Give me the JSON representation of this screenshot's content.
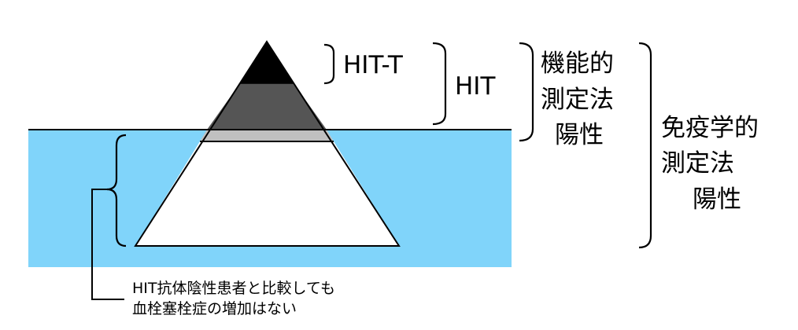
{
  "diagram": {
    "labels": {
      "hit_t": "HIT-T",
      "hit": "HIT",
      "functional": [
        "機能的",
        "測定法",
        "陽性"
      ],
      "immuno": [
        "免疫学的",
        "測定法",
        "陽性"
      ],
      "note": [
        "HIT抗体陰性患者と比較しても",
        "血栓塞栓症の増加はない"
      ]
    },
    "colors": {
      "water": "#80d4fa",
      "tip": "#000000",
      "upper_band": "#555555",
      "waterline_band": "#c0c0c0",
      "submerged": "#ffffff",
      "outline": "#000000"
    }
  }
}
